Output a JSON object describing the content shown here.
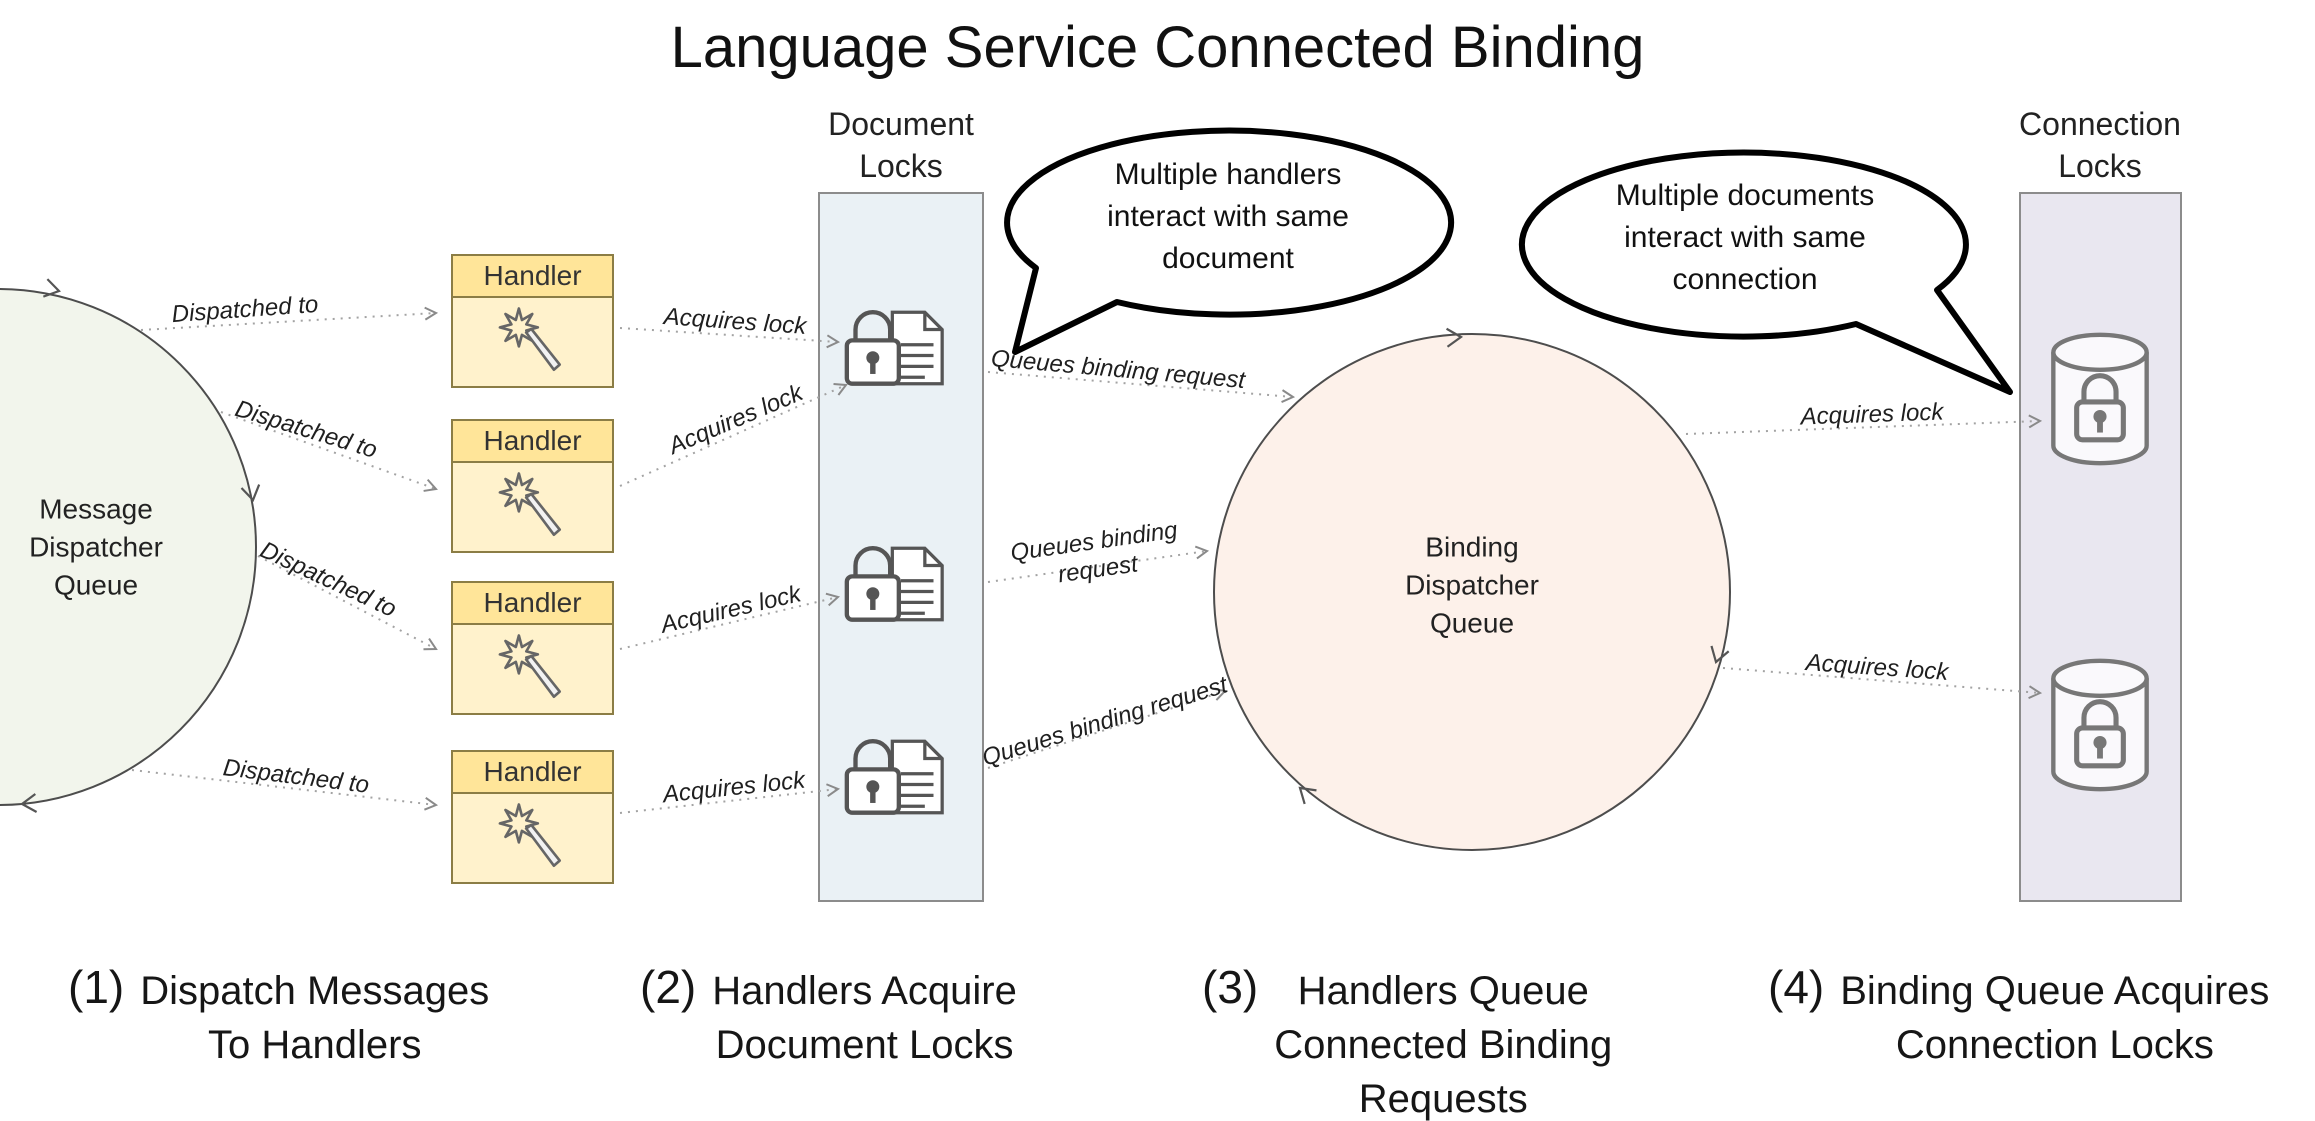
{
  "title": "Language Service Connected Binding",
  "message_queue": {
    "label": "Message\nDispatcher\nQueue"
  },
  "binding_queue": {
    "label": "Binding\nDispatcher\nQueue"
  },
  "handlers": [
    {
      "label": "Handler"
    },
    {
      "label": "Handler"
    },
    {
      "label": "Handler"
    },
    {
      "label": "Handler"
    }
  ],
  "document_locks": {
    "label": "Document\nLocks",
    "lock_count": 3
  },
  "connection_locks": {
    "label": "Connection\nLocks",
    "lock_count": 2
  },
  "bubbles": [
    {
      "text": "Multiple handlers\ninteract with same\ndocument"
    },
    {
      "text": "Multiple documents\ninteract with same\nconnection"
    }
  ],
  "edges": {
    "dispatched_to": "Dispatched to",
    "acquires_lock": "Acquires lock",
    "queues_binding_request": "Queues binding request",
    "queues_binding_request_wrapped": "Queues binding\nrequest"
  },
  "captions": [
    {
      "num": "(1)",
      "text": "Dispatch Messages\nTo Handlers"
    },
    {
      "num": "(2)",
      "text": "Handlers Acquire\nDocument Locks"
    },
    {
      "num": "(3)",
      "text": "Handlers Queue\nConnected Binding\nRequests"
    },
    {
      "num": "(4)",
      "text": "Binding Queue Acquires\nConnection Locks"
    }
  ],
  "icons": [
    "magic-wand-icon",
    "padlock-icon",
    "document-icon",
    "database-icon"
  ],
  "colors": {
    "handler_header": "#ffe599",
    "handler_body": "#fff2cc",
    "handler_border": "#8b7d45",
    "document_locks_fill": "#eaf1f5",
    "connection_locks_fill": "#e9e7f0",
    "message_queue_fill": "#f2f5ec",
    "binding_queue_fill": "#fdf1ea"
  }
}
